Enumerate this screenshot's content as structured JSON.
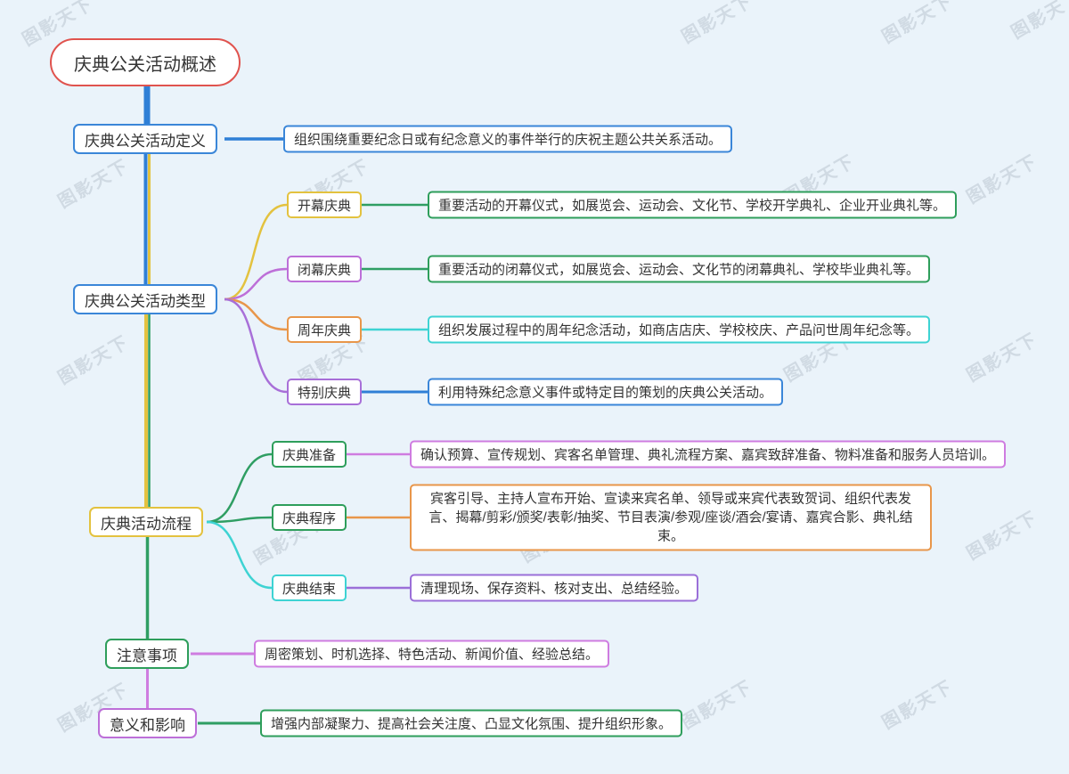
{
  "watermark": {
    "text": "图影天下"
  },
  "root": {
    "label": "庆典公关活动概述"
  },
  "branches": [
    {
      "label": "庆典公关活动定义",
      "detail": "组织围绕重要纪念日或有纪念意义的事件举行的庆祝主题公共关系活动。"
    },
    {
      "label": "庆典公关活动类型",
      "children": [
        {
          "label": "开幕庆典",
          "detail": "重要活动的开幕仪式，如展览会、运动会、文化节、学校开学典礼、企业开业典礼等。"
        },
        {
          "label": "闭幕庆典",
          "detail": "重要活动的闭幕仪式，如展览会、运动会、文化节的闭幕典礼、学校毕业典礼等。"
        },
        {
          "label": "周年庆典",
          "detail": "组织发展过程中的周年纪念活动，如商店店庆、学校校庆、产品问世周年纪念等。"
        },
        {
          "label": "特别庆典",
          "detail": "利用特殊纪念意义事件或特定目的策划的庆典公关活动。"
        }
      ]
    },
    {
      "label": "庆典活动流程",
      "children": [
        {
          "label": "庆典准备",
          "detail": "确认预算、宣传规划、宾客名单管理、典礼流程方案、嘉宾致辞准备、物料准备和服务人员培训。"
        },
        {
          "label": "庆典程序",
          "detail": "宾客引导、主持人宣布开始、宣读来宾名单、领导或来宾代表致贺词、组织代表发言、揭幕/剪彩/颁奖/表彰/抽奖、节目表演/参观/座谈/酒会/宴请、嘉宾合影、典礼结束。"
        },
        {
          "label": "庆典结束",
          "detail": "清理现场、保存资料、核对支出、总结经验。"
        }
      ]
    },
    {
      "label": "注意事项",
      "detail": "周密策划、时机选择、特色活动、新闻价值、经验总结。"
    },
    {
      "label": "意义和影响",
      "detail": "增强内部凝聚力、提高社会关注度、凸显文化氛围、提升组织形象。"
    }
  ],
  "palette": {
    "background": "#eaf3fa",
    "root_border": "#e0534e",
    "blue": "#2f7fd6",
    "yellow": "#e3c23f",
    "green": "#2f9e63",
    "orange": "#e8964a",
    "purple": "#a86fd8",
    "magenta": "#bd6fd8",
    "violet": "#cf7ce0",
    "cyan": "#3ed3d3",
    "text": "#333333"
  }
}
